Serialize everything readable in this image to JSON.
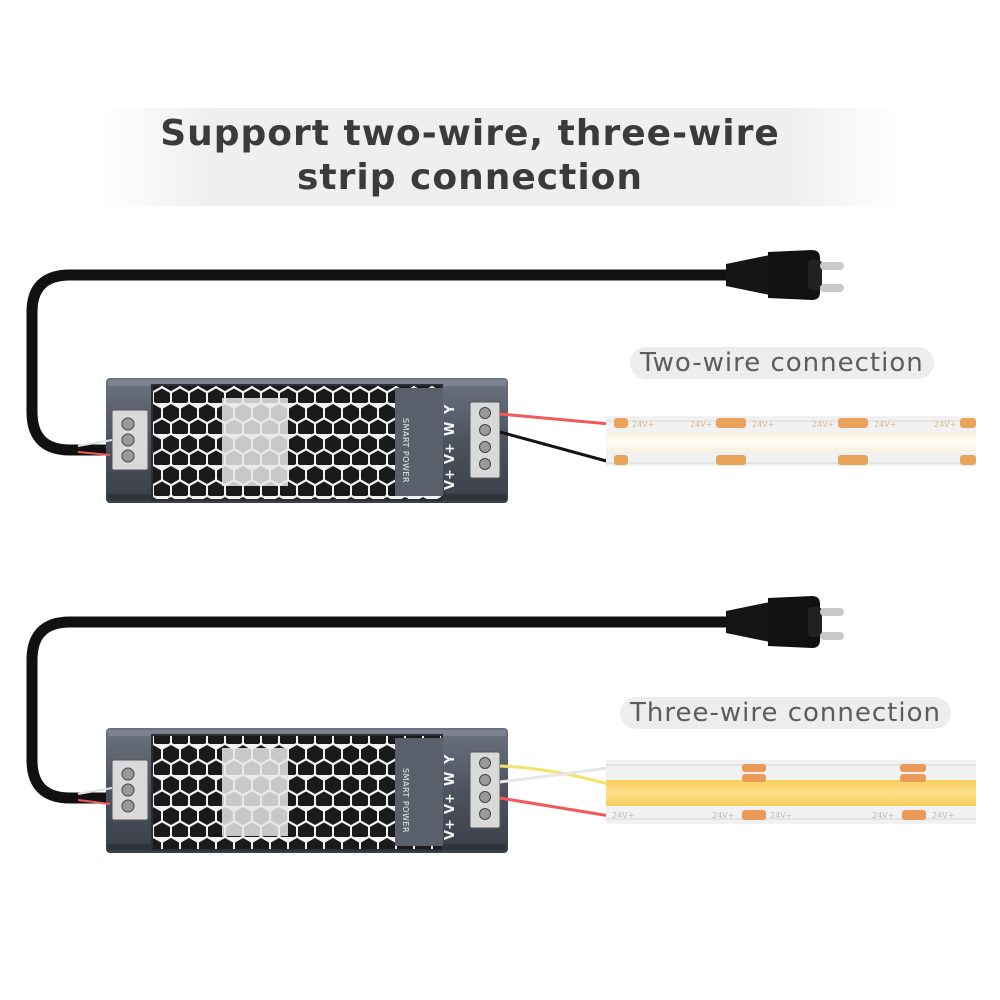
{
  "title": {
    "line1": "Support two-wire, three-wire",
    "line2": "strip connection"
  },
  "sections": [
    {
      "label": "Two-wire connection",
      "strip_marking": "24V+",
      "terminals": [
        "V+",
        "V+",
        "W",
        "Y"
      ],
      "device_brand": "SMART POWER"
    },
    {
      "label": "Three-wire connection",
      "strip_marking": "24V+",
      "terminals": [
        "V+",
        "V+",
        "W",
        "Y"
      ],
      "device_brand": "SMART POWER"
    }
  ],
  "colors": {
    "cable": "#111111",
    "wire_red": "#f05a5a",
    "wire_black": "#141414",
    "wire_white": "#e6e6e6",
    "wire_yellow": "#f3e36a",
    "strip_base": "#f2f2f2",
    "cob_warm": "#f8d46a",
    "cob_cool": "#fbf6e8",
    "pad_orange": "#e9a35a",
    "device_body": "#4f5560"
  }
}
